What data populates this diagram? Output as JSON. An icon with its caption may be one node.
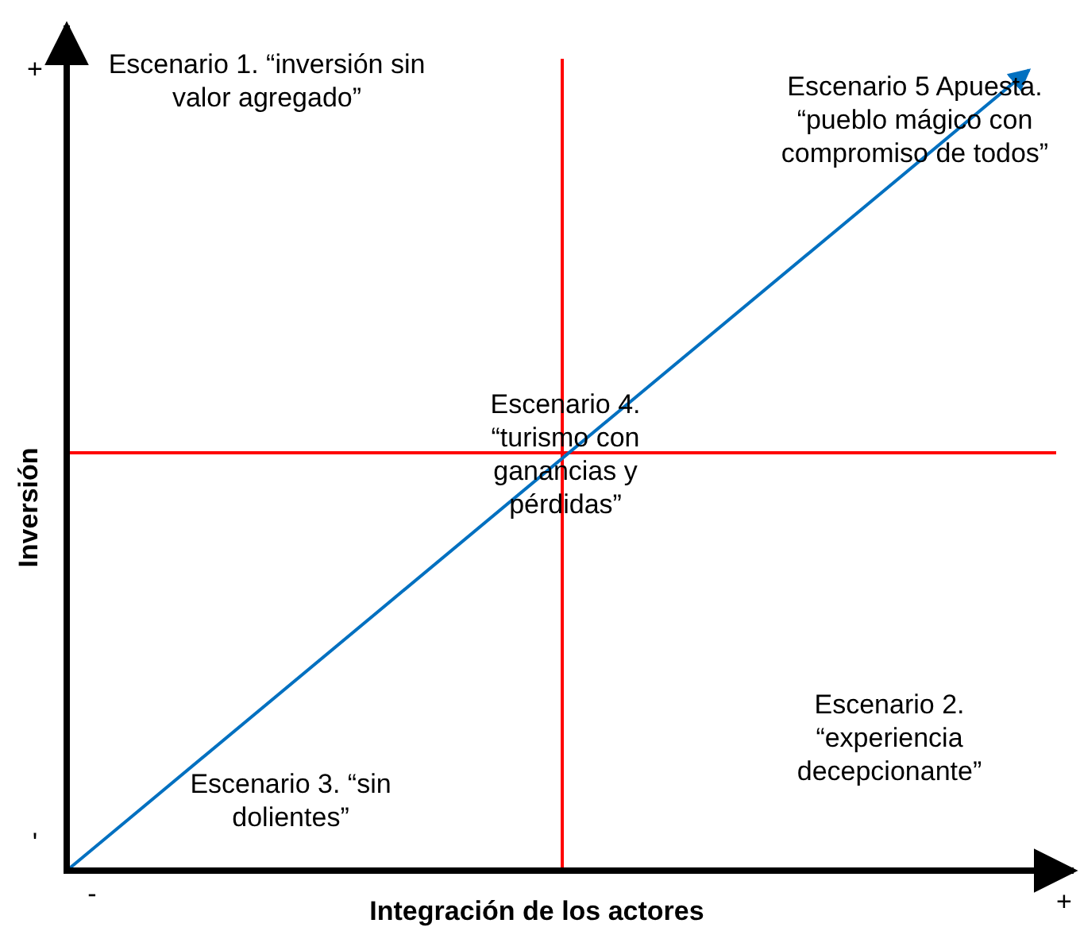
{
  "diagram": {
    "labels": [
      "+",
      "Escenario 1. “inversión sin valor agregado”",
      "Escenario 5 Apuesta. “pueblo mágico con compromiso de todos”",
      "Escenario 4. “turismo con ganancias y pérdidas”",
      "Inversión",
      "Escenario 2. “experiencia decepcionante”",
      "Escenario 3. “sin dolientes”",
      "'",
      "-",
      "+",
      "Integración de los actores"
    ]
  }
}
